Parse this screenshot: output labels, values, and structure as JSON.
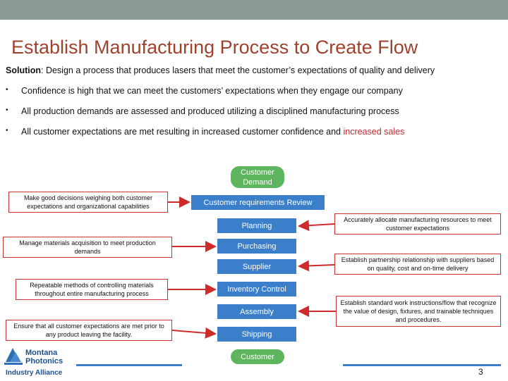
{
  "slide": {
    "title": "Establish Manufacturing Process to Create Flow",
    "solution_label": "Solution",
    "solution_text": ": Design a process that produces lasers that meet the customer’s expectations of quality and delivery",
    "bullets": [
      {
        "text": "Confidence is high that we can meet the customers’ expectations when they engage our company",
        "highlight": ""
      },
      {
        "text": "All production demands are assessed and produced utilizing a disciplined manufacturing process",
        "highlight": ""
      },
      {
        "text": "All customer expectations are met resulting in increased customer confidence and ",
        "highlight": "increased sales"
      }
    ],
    "bullet_symbol": "•",
    "page_number": "3"
  },
  "flow": {
    "customer_demand": "Customer Demand",
    "customer_requirements_review": "Customer requirements Review",
    "planning": "Planning",
    "purchasing": "Purchasing",
    "supplier": "Supplier",
    "inventory_control": "Inventory Control",
    "assembly": "Assembly",
    "shipping": "Shipping",
    "customer": "Customer"
  },
  "notes": {
    "decisions": "Make good decisions weighing both customer expectations and organizational capabilities",
    "allocate": "Accurately allocate manufacturing resources to meet customer expectations",
    "materials": "Manage materials acquisition to meet production demands",
    "partnership": "Establish partnership relationship with suppliers based on quality, cost and on-time delivery",
    "repeatable": "Repeatable methods of controlling materials throughout entire manufacturing process",
    "standard_work": "Establish standard work instructions/flow that recognize the value of design, fixtures, and trainable techniques and procedures.",
    "expectations": "Ensure that all customer expectations are met prior to any product leaving the facility."
  },
  "logo": {
    "line1": "Montana",
    "line2": "Photonics",
    "line3": "Industry Alliance"
  },
  "colors": {
    "title": "#a0412d",
    "flow_blue": "#3b7ec9",
    "flow_green": "#5db55d",
    "arrow_red": "#d12a2a",
    "highlight_red": "#c0272d",
    "top_bar": "#8a9a94"
  }
}
